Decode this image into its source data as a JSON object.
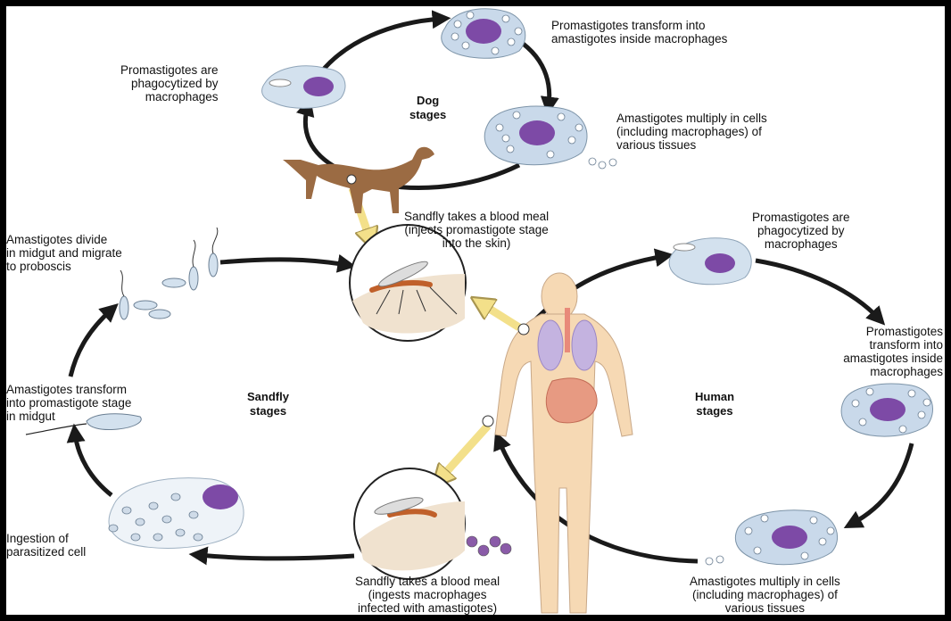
{
  "dog_cycle": {
    "stage_label": [
      "Dog",
      "stages"
    ],
    "phagocytized": [
      "Promastigotes are",
      "phagocytized by",
      "macrophages"
    ],
    "transform": [
      "Promastigotes transform into",
      "amastigotes inside macrophages"
    ],
    "multiply": [
      "Amastigotes multiply in cells",
      "(including macrophages) of",
      "various tissues"
    ]
  },
  "sandfly_cycle": {
    "stage_label": [
      "Sandfly",
      "stages"
    ],
    "blood_meal_inject": [
      "Sandfly takes a blood meal",
      "(injects promastigote stage",
      "into the skin)"
    ],
    "divide_migrate": [
      "Amastigotes divide",
      "in midgut and migrate",
      "to proboscis"
    ],
    "transform_midgut": [
      "Amastigotes transform",
      "into promastigote stage",
      "in midgut"
    ],
    "ingestion": [
      "Ingestion of",
      "parasitized cell"
    ],
    "blood_meal_ingest": [
      "Sandfly takes a blood meal",
      "(ingests macrophages",
      "infected with amastigotes)"
    ]
  },
  "human_cycle": {
    "stage_label": [
      "Human",
      "stages"
    ],
    "phagocytized": [
      "Promastigotes are",
      "phagocytized by",
      "macrophages"
    ],
    "transform": [
      "Promastigotes",
      "transform into",
      "amastigotes inside",
      "macrophages"
    ],
    "multiply": [
      "Amastigotes multiply in cells",
      "(including macrophages) of",
      "various tissues"
    ]
  },
  "colors": {
    "arrow": "#1a1a1a",
    "yellow_arrow": "#f3e08a",
    "cell": "#c9d9ea",
    "nucleus": "#7d4aa6",
    "skin": "#f6d9b4",
    "dog": "#9b6b43"
  }
}
